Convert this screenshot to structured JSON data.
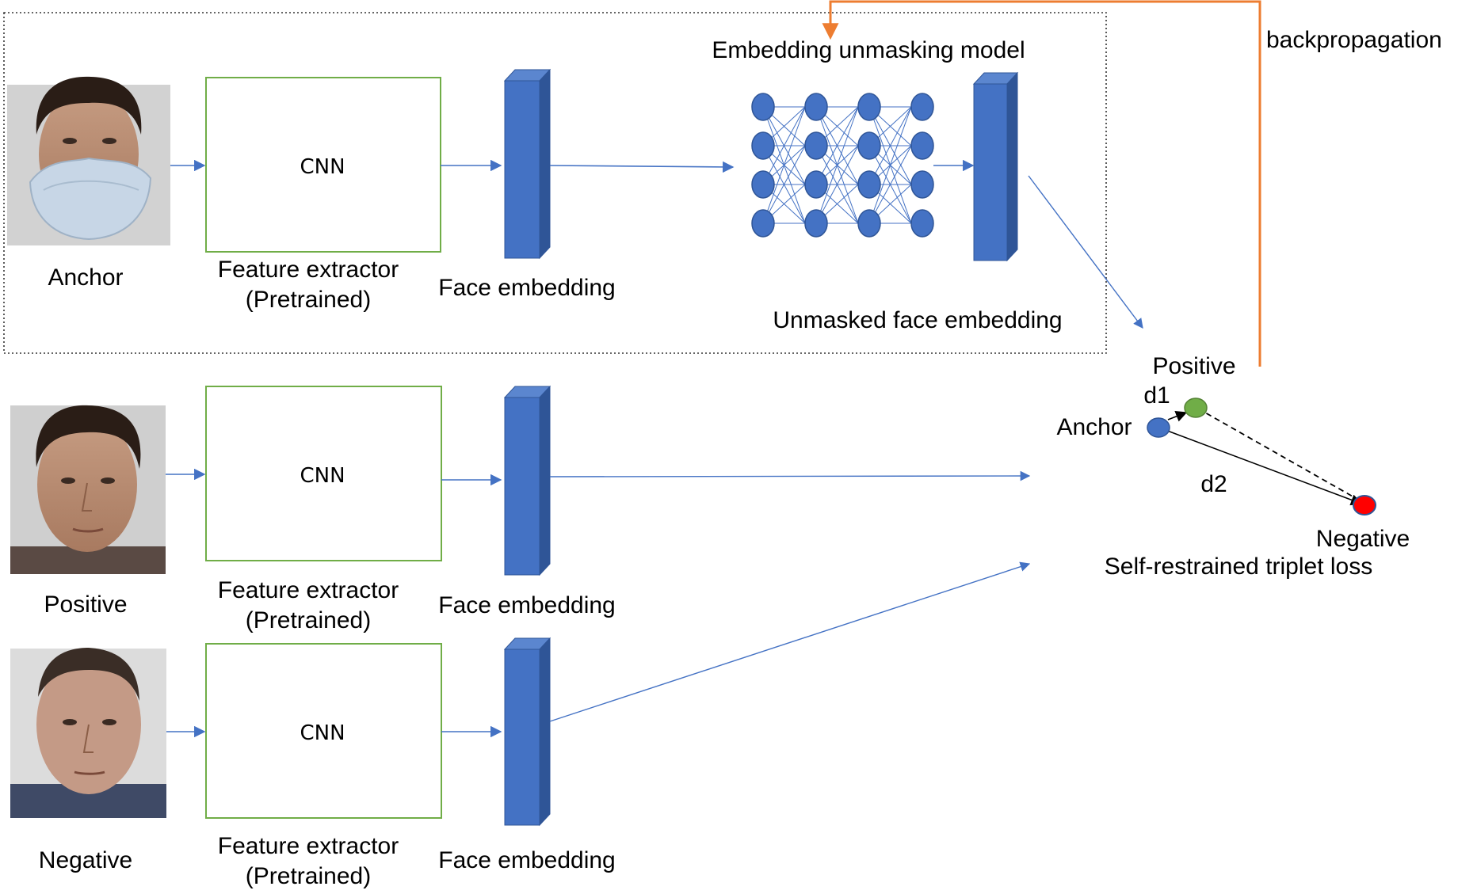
{
  "colors": {
    "arrow": "#4472C4",
    "embedding_front": "#4472C4",
    "embedding_side": "#2F5597",
    "embedding_top": "#5B86CF",
    "cnn_border": "#70AD47",
    "backprop": "#ED7D31",
    "point_anchor": "#4472C4",
    "point_positive": "#70AD47",
    "point_negative": "#FF0000"
  },
  "icons": {
    "face": "person-face-photo",
    "network": "fully-connected-neural-network",
    "embedding": "3d-blue-bar"
  },
  "labels": {
    "top_title": "Embedding unmasking model",
    "backprop": "backpropagation",
    "unmasked_embedding": "Unmasked face embedding",
    "cnn": "CNN",
    "feature_extractor_line1": "Feature extractor",
    "feature_extractor_line2": "(Pretrained)",
    "face_embedding": "Face embedding",
    "anchor_img": "Anchor",
    "positive_img": "Positive",
    "negative_img": "Negative",
    "loss_anchor": "Anchor",
    "loss_positive": "Positive",
    "loss_negative": "Negative",
    "d1": "d1",
    "d2": "d2",
    "loss_title": "Self-restrained triplet loss"
  }
}
